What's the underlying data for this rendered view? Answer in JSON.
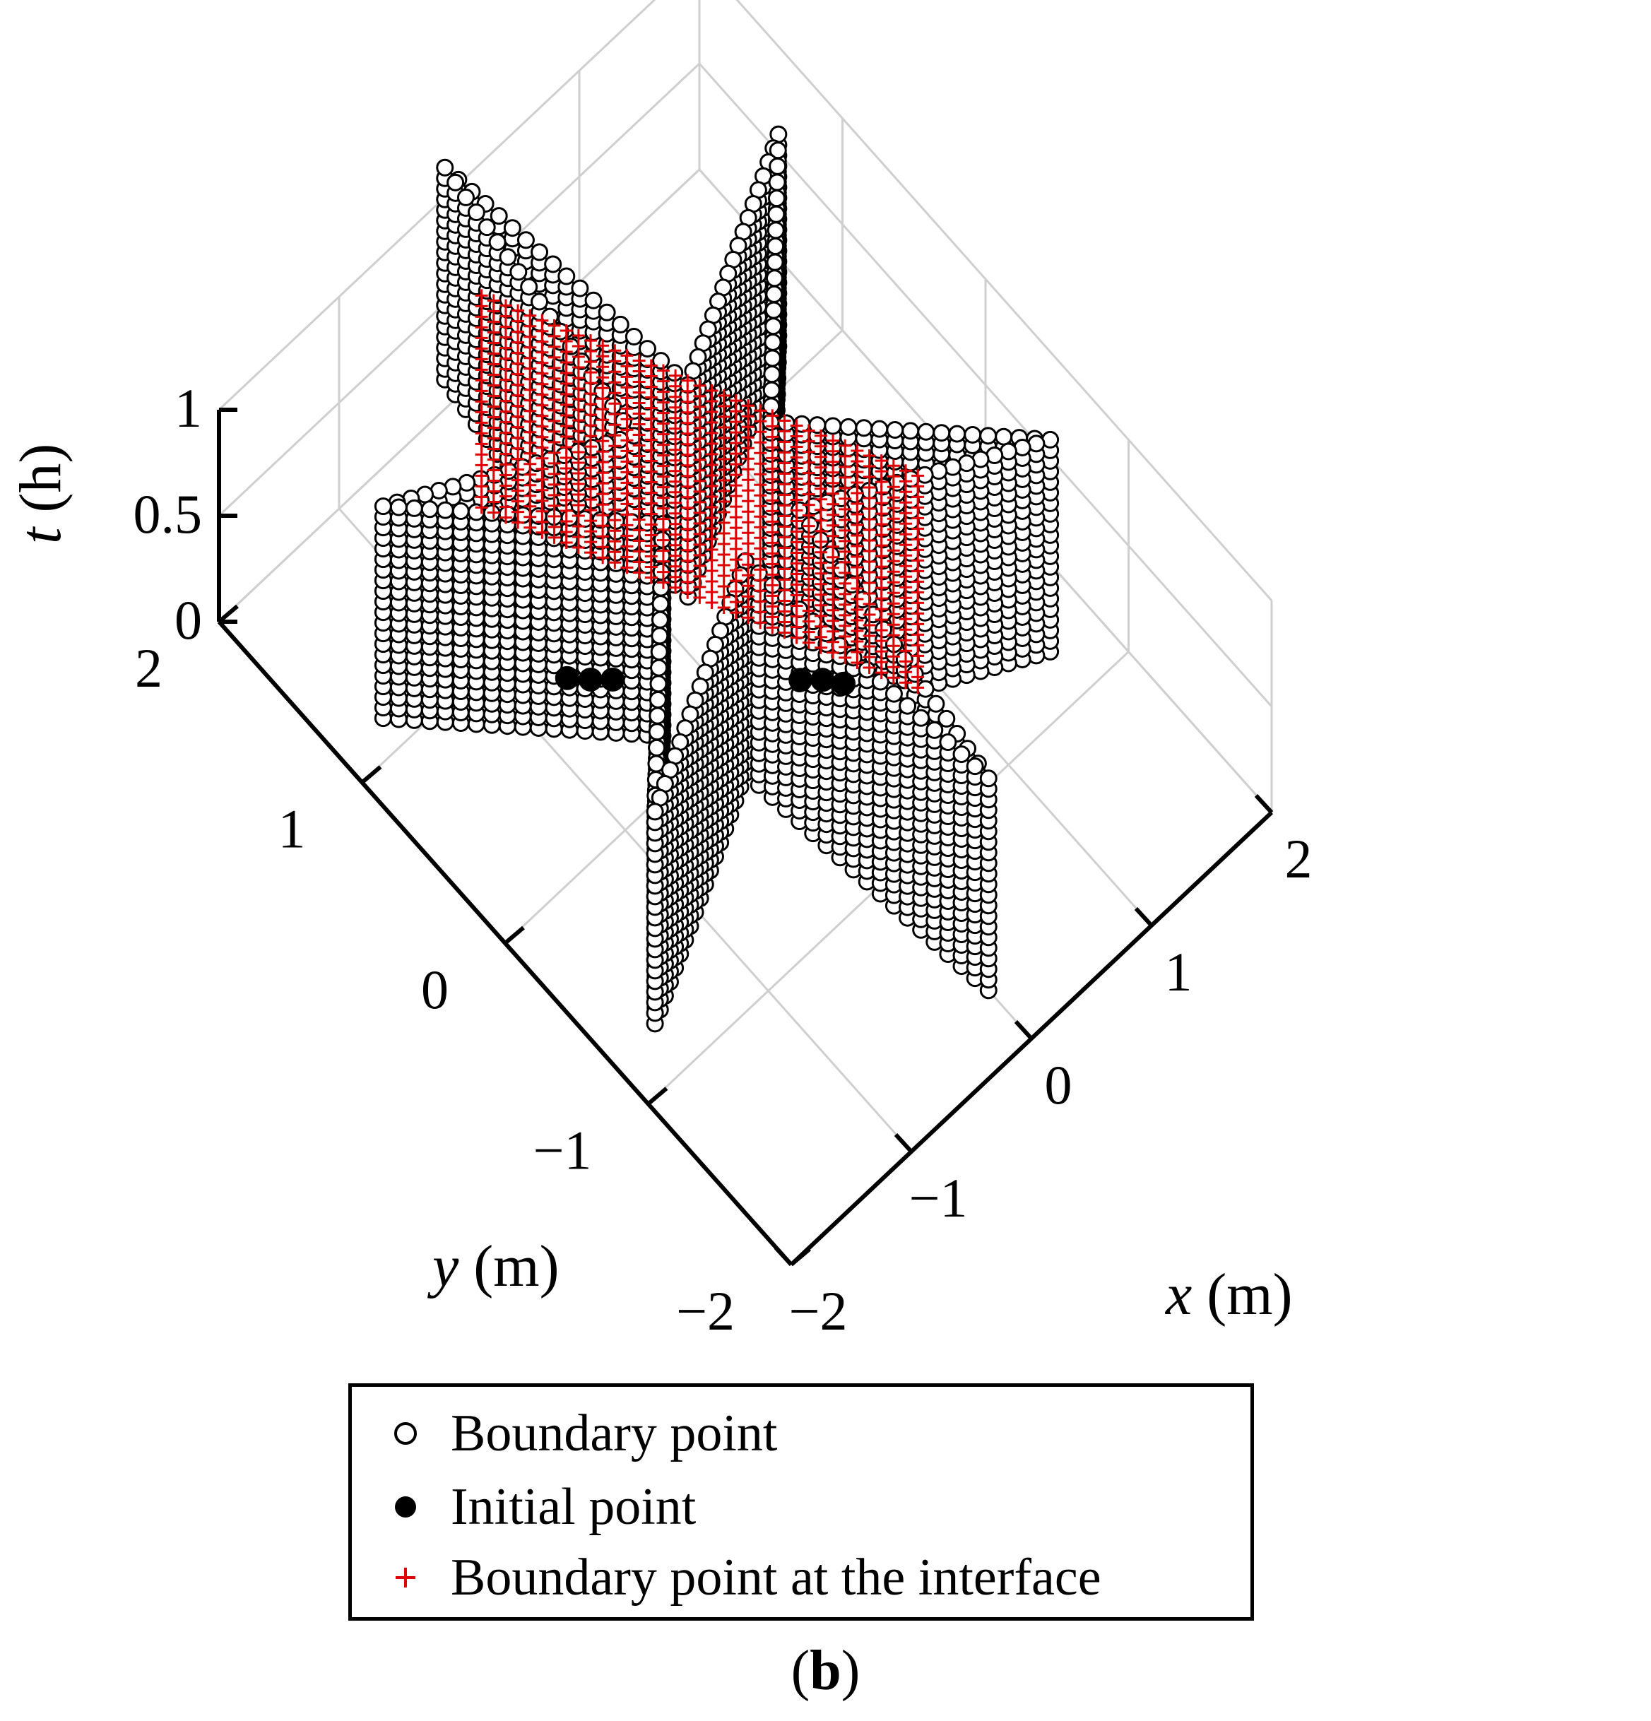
{
  "chart_data": {
    "type": "scatter",
    "dimensions": 3,
    "xlabel": "x (m)",
    "ylabel": "y (m)",
    "zlabel": "t (h)",
    "xlim": [
      -2,
      2
    ],
    "ylim": [
      -2,
      2
    ],
    "zlim": [
      0,
      1
    ],
    "x_ticks": [
      "−2",
      "−1",
      "0",
      "1",
      "2"
    ],
    "y_ticks": [
      "−2",
      "−1",
      "0",
      "1",
      "2"
    ],
    "z_ticks": [
      "0",
      "0.5",
      "1"
    ],
    "grid": true,
    "legend_position": "bottom",
    "series": [
      {
        "name": "Boundary point",
        "marker": "open-circle",
        "color": "#000000",
        "shape": "six-petal star outline swept over t = 0 to 1",
        "petals": 6,
        "star_center": [
          0,
          0.2
        ],
        "outer_radius": 1.9,
        "inner_radius": 0.45,
        "time_layers": 20
      },
      {
        "name": "Initial point",
        "marker": "filled-circle",
        "color": "#000000",
        "points": [
          {
            "x": -0.65,
            "y": 0.7,
            "t": 0
          },
          {
            "x": -0.55,
            "y": 0.62,
            "t": 0
          },
          {
            "x": -0.45,
            "y": 0.55,
            "t": 0
          },
          {
            "x": 0.4,
            "y": -0.05,
            "t": 0
          },
          {
            "x": 0.5,
            "y": -0.12,
            "t": 0
          },
          {
            "x": 0.58,
            "y": -0.2,
            "t": 0
          }
        ]
      },
      {
        "name": "Boundary point at the interface",
        "marker": "plus",
        "color": "#e00000",
        "segment": {
          "from": [
            -0.35,
            1.55
          ],
          "to": [
            0.9,
            -0.45
          ]
        },
        "time_layers": 20
      }
    ]
  },
  "legend": {
    "items": [
      {
        "label": "Boundary point"
      },
      {
        "label": "Initial point"
      },
      {
        "label": "Boundary point at the interface"
      }
    ]
  },
  "caption": {
    "label": "b"
  },
  "colors": {
    "interface": "#e00000",
    "grid": "#cfcfcf",
    "axis": "#000000"
  }
}
